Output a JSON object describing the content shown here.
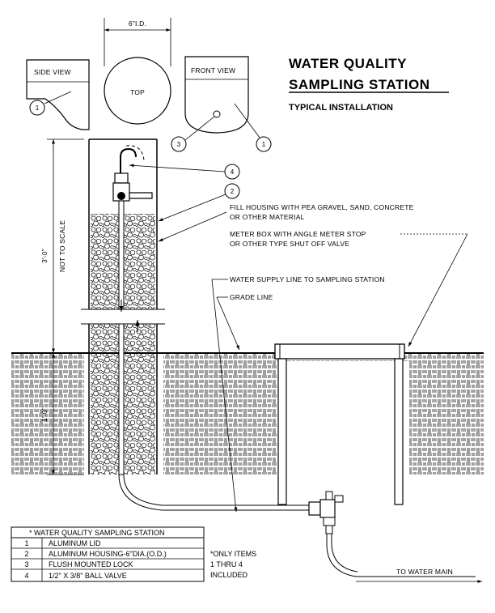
{
  "title": {
    "line1": "WATER QUALITY",
    "line2": "SAMPLING STATION",
    "subtitle": "TYPICAL INSTALLATION"
  },
  "views": {
    "side": "SIDE VIEW",
    "top": "TOP",
    "front": "FRONT VIEW",
    "diameter": "6\"I.D."
  },
  "callouts": {
    "c1": "1",
    "c2": "2",
    "c3": "3",
    "c4": "4"
  },
  "dimensions": {
    "height_above": "3'-0\"",
    "not_to_scale": "NOT TO SCALE",
    "depth_below": "1'-0\""
  },
  "notes": {
    "fill_1": "FILL HOUSING WITH PEA GRAVEL, SAND, CONCRETE",
    "fill_2": "OR OTHER MATERIAL",
    "meter_1": "METER BOX WITH ANGLE METER STOP",
    "meter_2": "OR OTHER TYPE SHUT OFF VALVE",
    "supply": "WATER SUPPLY LINE TO SAMPLING STATION",
    "grade": "GRADE LINE",
    "to_main": "TO WATER MAIN"
  },
  "legend": {
    "heading": "* WATER QUALITY SAMPLING STATION",
    "rows": [
      {
        "no": "1",
        "desc": "ALUMINUM LID"
      },
      {
        "no": "2",
        "desc": "ALUMINUM HOUSING-6\"DIA.(O.D.)"
      },
      {
        "no": "3",
        "desc": "FLUSH MOUNTED LOCK"
      },
      {
        "no": "4",
        "desc": "1/2\" X 3/8\" BALL VALVE"
      }
    ],
    "note_1": "*ONLY ITEMS",
    "note_2": "1 THRU 4",
    "note_3": "INCLUDED"
  }
}
